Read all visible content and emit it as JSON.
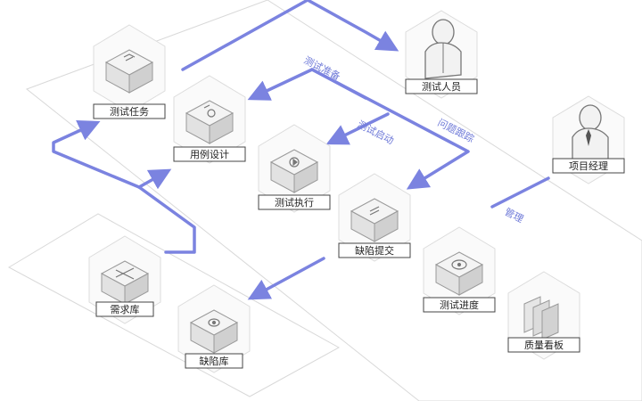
{
  "nodes": {
    "test_task": "测试任务",
    "testers": "测试人员",
    "case_design": "用例设计",
    "test_exec": "测试执行",
    "defect_submit": "缺陷提交",
    "project_manager": "项目经理",
    "test_progress": "测试进度",
    "quality_board": "质量看板",
    "requirements": "需求库",
    "defect_lib": "缺陷库"
  },
  "edges": {
    "test_prep": "测试准备",
    "test_start": "测试启动",
    "issue_track": "问题跟踪",
    "manage": "管理"
  },
  "colors": {
    "arrow": "#7b83e0",
    "panel": "#d9d9d9",
    "box_edge": "#9a9a9a",
    "label_border": "#444444"
  }
}
